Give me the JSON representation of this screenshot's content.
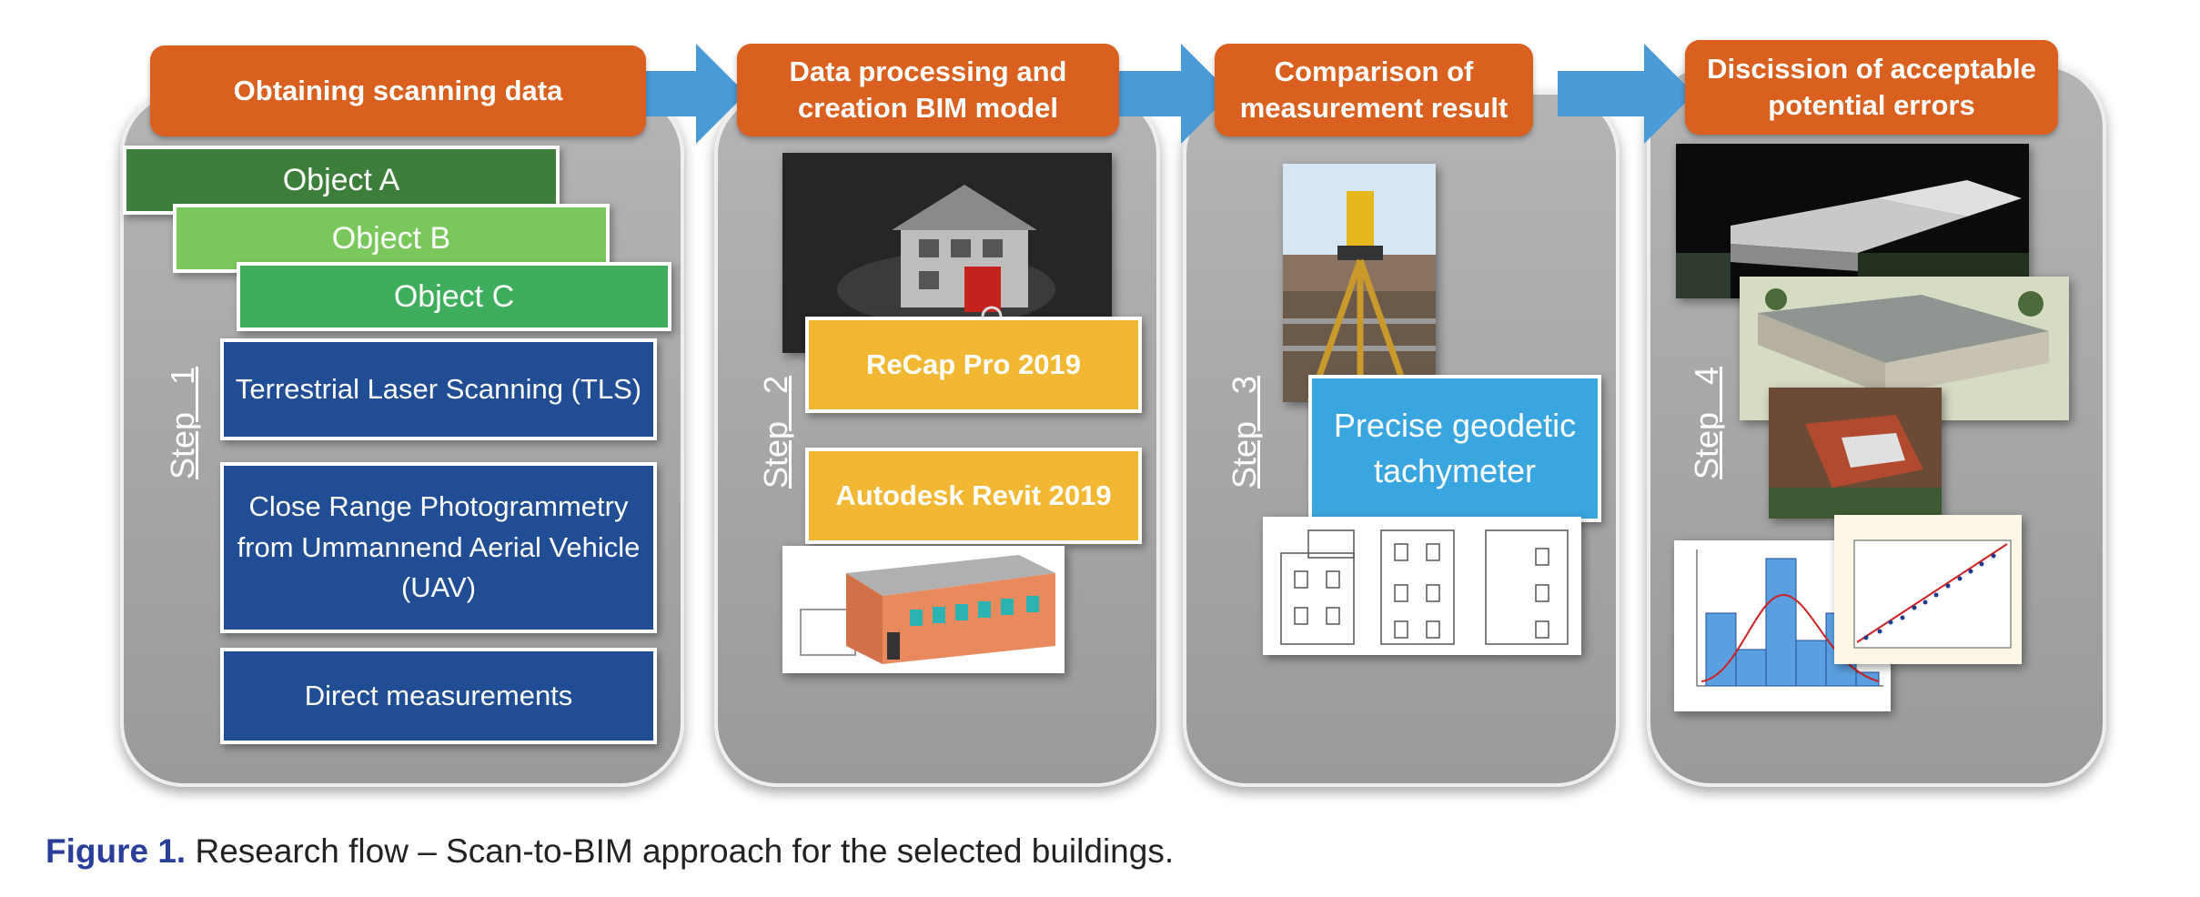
{
  "steps": [
    {
      "header": "Obtaining scanning data",
      "step_label": "Step   1"
    },
    {
      "header": "Data processing and creation BIM model",
      "step_label": "Step   2"
    },
    {
      "header": "Comparison of measurement result",
      "step_label": "Step   3"
    },
    {
      "header": "Discission of acceptable potential errors",
      "step_label": "Step   4"
    }
  ],
  "objects": [
    "Object    A",
    "Object    B",
    "Object    C"
  ],
  "methods": [
    "Terrestrial Laser Scanning (TLS)",
    "Close Range Photogrammetry from Ummannend Aerial Vehicle (UAV)",
    "Direct measurements"
  ],
  "software": [
    "ReCap Pro 2019",
    "Autodesk Revit 2019"
  ],
  "instrument": "Precise geodetic tachymeter",
  "caption": {
    "label": "Figure 1.",
    "text": " Research flow – Scan-to-BIM approach for the selected buildings."
  },
  "colors": {
    "header": "#d9601f",
    "arrow": "#4a9ad6",
    "panel": "#a8a8a8",
    "object_a": "#3d7e3a",
    "object_b": "#7ac75b",
    "object_c": "#3fae5c",
    "method_box": "#214d94",
    "software_box": "#f2b833",
    "instrument_box": "#3aa6e0",
    "caption_label": "#2a3f9a"
  }
}
